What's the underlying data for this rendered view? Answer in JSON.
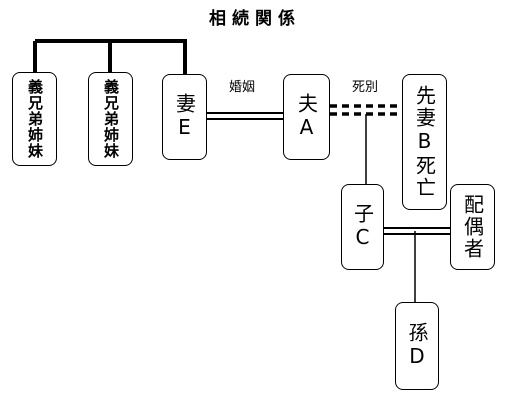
{
  "title": "相続関係",
  "persons": {
    "sibling1": "義兄弟姉妹",
    "sibling2": "義兄弟姉妹",
    "wife_e": "妻E",
    "husband_a": "夫A",
    "former_wife_b": "先妻B死亡",
    "child_c": "子C",
    "spouse": "配偶者",
    "grandchild_d": "孫D"
  },
  "relations": {
    "marriage": "婚姻",
    "bereavement": "死別"
  }
}
